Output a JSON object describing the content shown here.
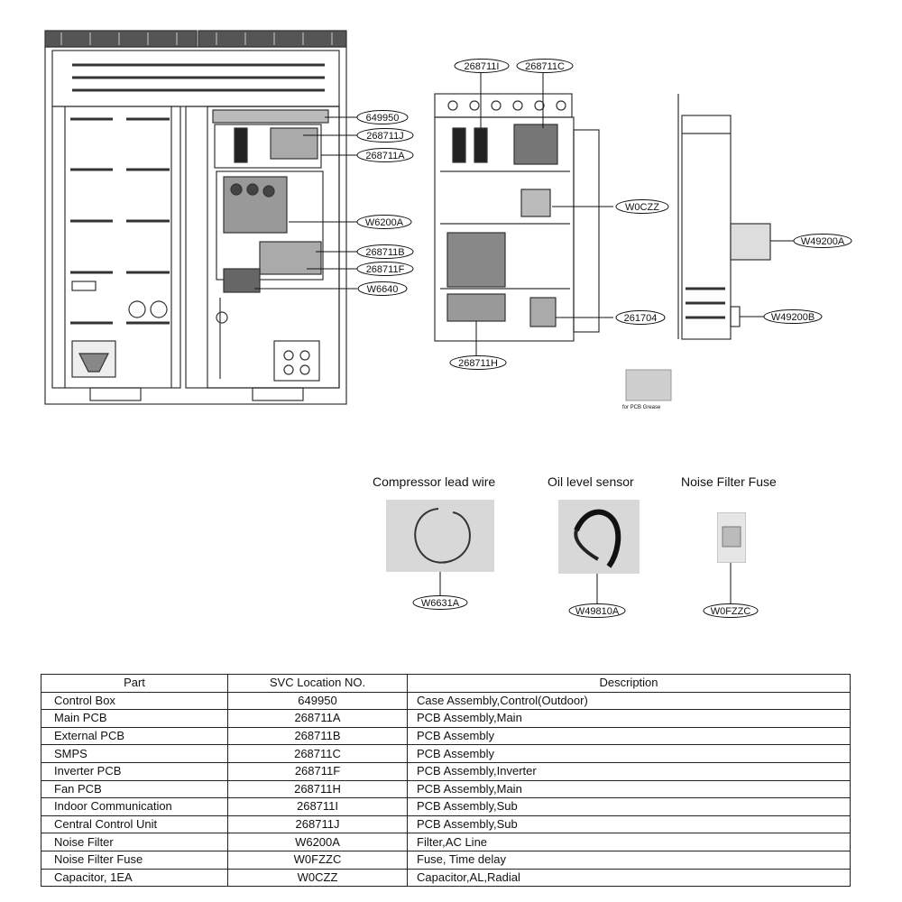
{
  "callouts": {
    "c649950": "649950",
    "c268711J": "268711J",
    "c268711A": "268711A",
    "cW6200A": "W6200A",
    "c268711B": "268711B",
    "c268711F": "268711F",
    "cW6640": "W6640",
    "c268711I": "268711I",
    "c268711C": "268711C",
    "cW0CZZ": "W0CZZ",
    "c261704": "261704",
    "c268711H": "268711H",
    "cW49200A": "W49200A",
    "cW49200B": "W49200B"
  },
  "small_label": "for PCB Grease",
  "photos": [
    {
      "title": "Compressor lead wire",
      "code": "W6631A"
    },
    {
      "title": "Oil level sensor",
      "code": "W49810A"
    },
    {
      "title": "Noise Filter Fuse",
      "code": "W0FZZC"
    }
  ],
  "table": {
    "headers": [
      "Part",
      "SVC Location NO.",
      "Description"
    ],
    "rows": [
      [
        "Control Box",
        "649950",
        "Case Assembly,Control(Outdoor)"
      ],
      [
        "Main PCB",
        "268711A",
        "PCB Assembly,Main"
      ],
      [
        "External PCB",
        "268711B",
        "PCB Assembly"
      ],
      [
        "SMPS",
        "268711C",
        "PCB Assembly"
      ],
      [
        "Inverter PCB",
        "268711F",
        "PCB Assembly,Inverter"
      ],
      [
        "Fan PCB",
        "268711H",
        "PCB Assembly,Main"
      ],
      [
        "Indoor Communication",
        "268711I",
        "PCB Assembly,Sub"
      ],
      [
        "Central Control Unit",
        "268711J",
        "PCB Assembly,Sub"
      ],
      [
        "Noise Filter",
        "W6200A",
        "Filter,AC Line"
      ],
      [
        "Noise Filter Fuse",
        "W0FZZC",
        "Fuse, Time delay"
      ],
      [
        "Capacitor, 1EA",
        "W0CZZ",
        "Capacitor,AL,Radial"
      ]
    ]
  }
}
